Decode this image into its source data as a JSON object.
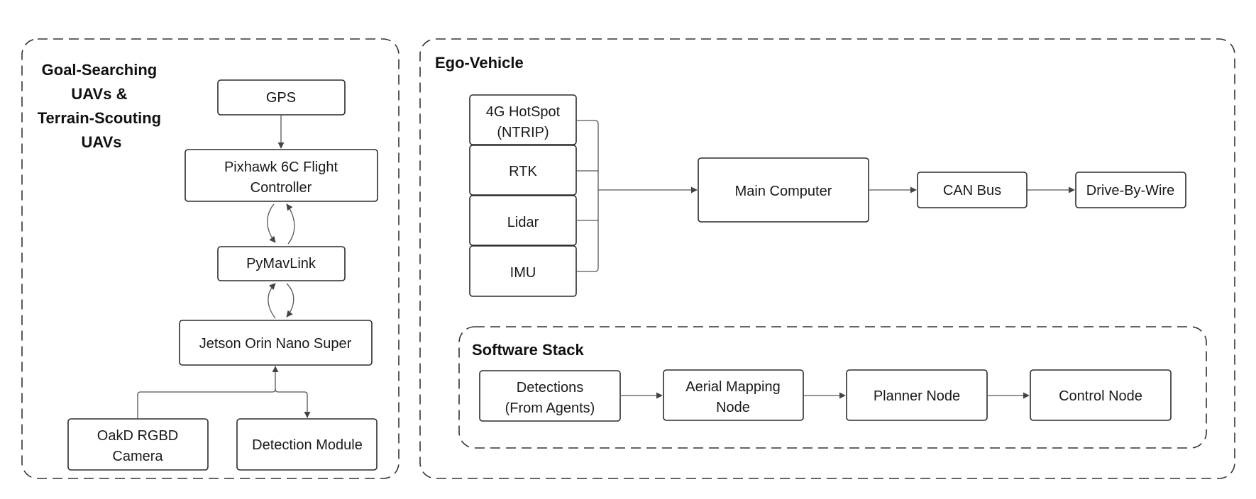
{
  "groups": {
    "uav": {
      "title_lines": [
        "Goal-Searching",
        "UAVs &",
        "Terrain-Scouting",
        "UAVs"
      ]
    },
    "ego": {
      "title": "Ego-Vehicle"
    },
    "software": {
      "title": "Software Stack"
    }
  },
  "uav_nodes": {
    "gps": [
      "GPS"
    ],
    "pixhawk": [
      "Pixhawk 6C Flight",
      "Controller"
    ],
    "pymavlink": [
      "PyMavLink"
    ],
    "jetson": [
      "Jetson Orin Nano Super"
    ],
    "camera": [
      "OakD RGBD",
      "Camera"
    ],
    "detection_module": [
      "Detection Module"
    ]
  },
  "ego_nodes": {
    "hotspot": [
      "4G HotSpot",
      "(NTRIP)"
    ],
    "rtk": [
      "RTK"
    ],
    "lidar": [
      "Lidar"
    ],
    "imu": [
      "IMU"
    ],
    "main_computer": [
      "Main Computer"
    ],
    "can_bus": [
      "CAN Bus"
    ],
    "drive_by_wire": [
      "Drive-By-Wire"
    ]
  },
  "software_nodes": {
    "detections": [
      "Detections",
      "(From Agents)"
    ],
    "aerial_mapping": [
      "Aerial Mapping",
      "Node"
    ],
    "planner": [
      "Planner Node"
    ],
    "control": [
      "Control Node"
    ]
  }
}
